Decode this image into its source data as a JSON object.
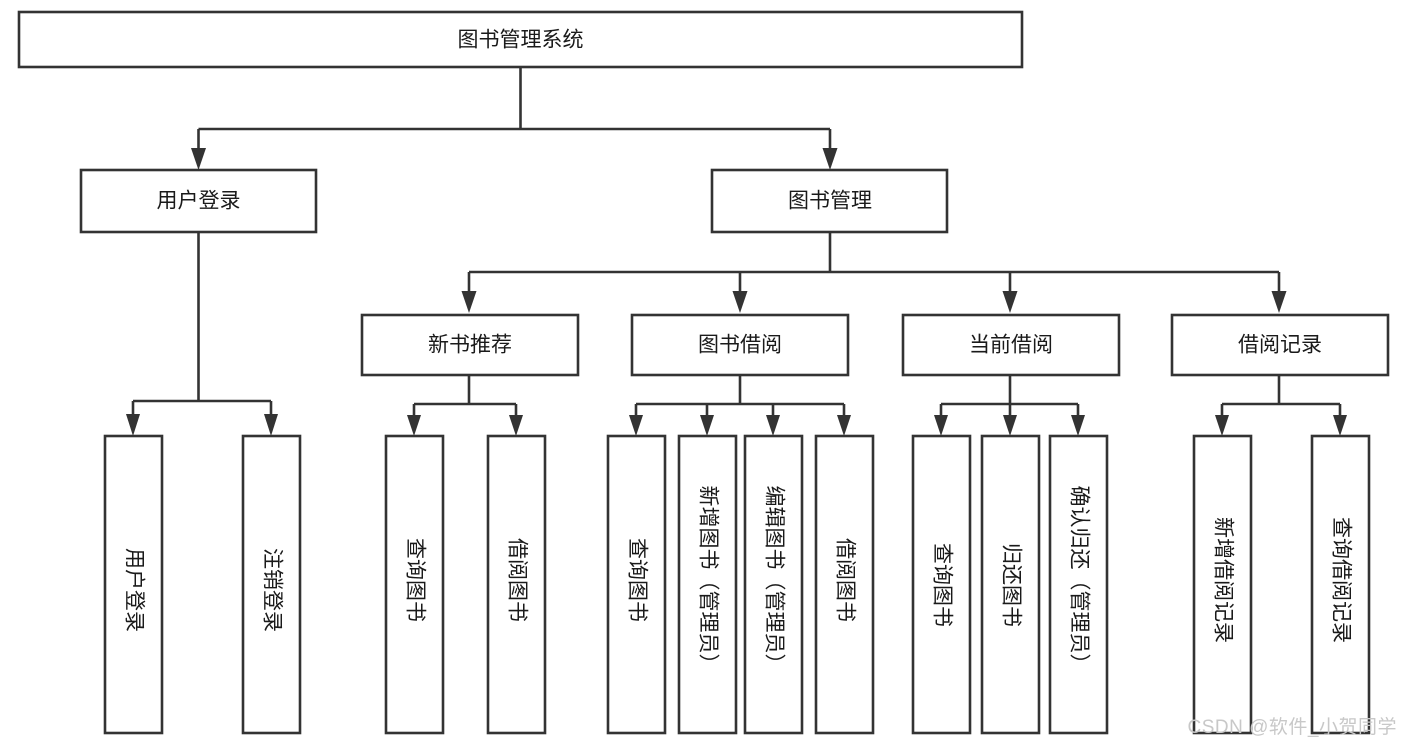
{
  "diagram": {
    "title": "图书管理系统",
    "type": "tree",
    "watermark": "CSDN @软件_小贺同学",
    "colors": {
      "background": "#ffffff",
      "stroke": "#333333",
      "node_fill": "#ffffff",
      "text": "#1a1a1a",
      "watermark": "#c8c8c8"
    },
    "levels": {
      "root": {
        "label": "图书管理系统"
      },
      "level2": [
        {
          "label": "用户登录"
        },
        {
          "label": "图书管理"
        }
      ],
      "level3": [
        {
          "label": "新书推荐"
        },
        {
          "label": "图书借阅"
        },
        {
          "label": "当前借阅"
        },
        {
          "label": "借阅记录"
        }
      ],
      "leaves": {
        "user_login": [
          {
            "label": "用户登录"
          },
          {
            "label": "注销登录"
          }
        ],
        "new_book_recommend": [
          {
            "label": "查询图书"
          },
          {
            "label": "借阅图书"
          }
        ],
        "book_borrow": [
          {
            "label": "查询图书"
          },
          {
            "label": "新增图书（管理员）"
          },
          {
            "label": "编辑图书（管理员）"
          },
          {
            "label": "借阅图书"
          }
        ],
        "current_borrow": [
          {
            "label": "查询图书"
          },
          {
            "label": "归还图书"
          },
          {
            "label": "确认归还（管理员）"
          }
        ],
        "borrow_record": [
          {
            "label": "新增借阅记录"
          },
          {
            "label": "查询借阅记录"
          }
        ]
      }
    }
  }
}
